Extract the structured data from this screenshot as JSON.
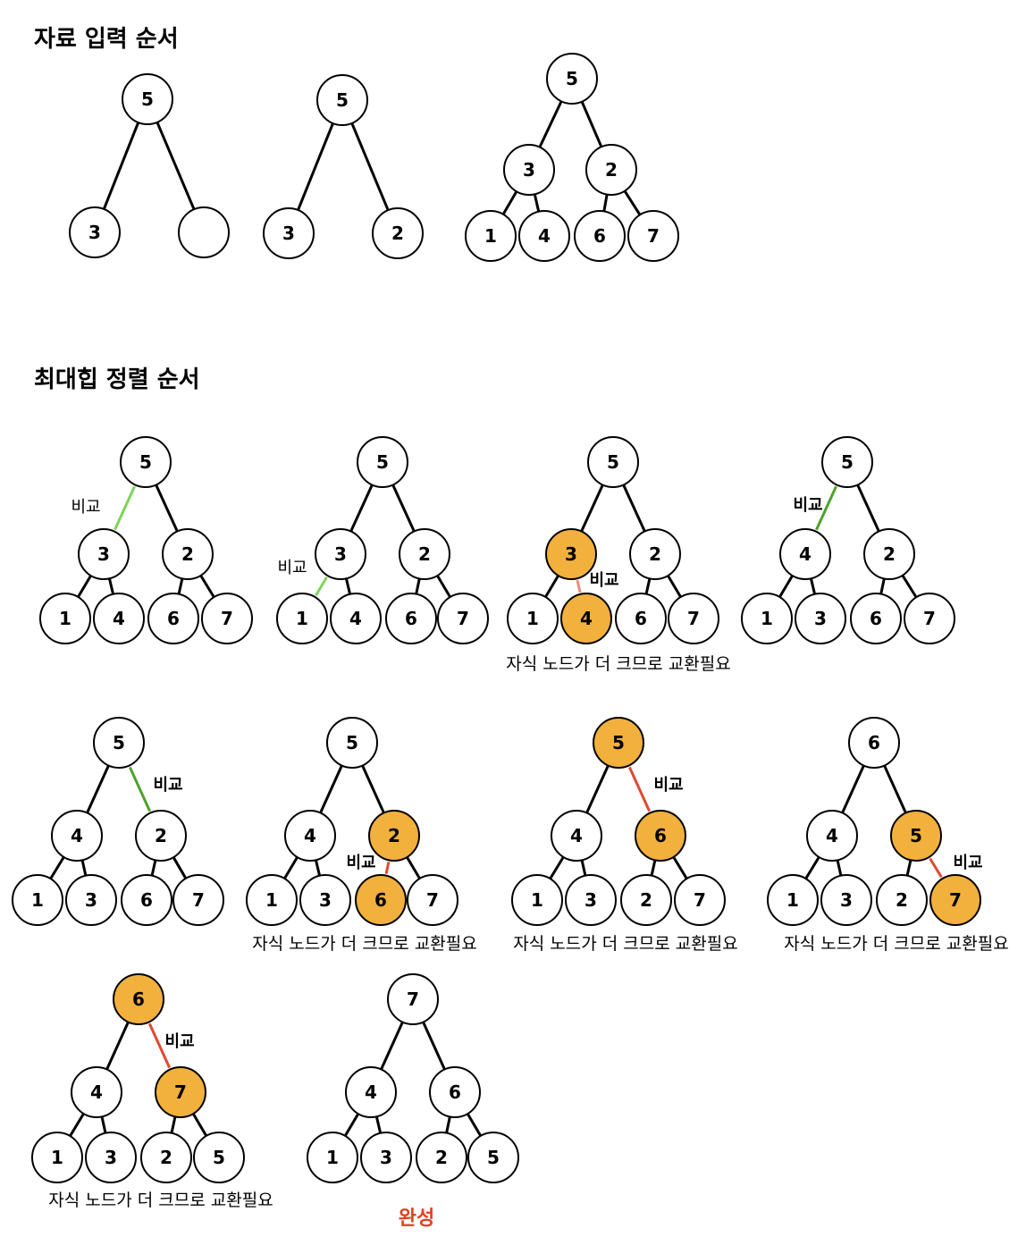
{
  "headings": {
    "input_order": "자료 입력 순서",
    "heap_order": "최대힙 정렬 순서"
  },
  "colors": {
    "highlight_fill": "#F2B03D",
    "compare_green": "#7DD35B",
    "compare_dark_green": "#4DA32B",
    "swap_red": "#E04A2F",
    "swap_light_red": "#F08A7A",
    "done_red": "#E0401F"
  },
  "input_steps": [
    {
      "nodes": [
        "5",
        "3",
        ""
      ]
    },
    {
      "nodes": [
        "5",
        "3",
        "2"
      ]
    },
    {
      "nodes": [
        "5",
        "3",
        "2",
        "1",
        "4",
        "6",
        "7"
      ]
    }
  ],
  "heap_steps": [
    {
      "nodes": [
        "5",
        "3",
        "2",
        "1",
        "4",
        "6",
        "7"
      ],
      "highlight": [],
      "compare_edge": [
        0,
        1
      ],
      "compare_color": "compare_green",
      "compare_label": "비교",
      "caption": ""
    },
    {
      "nodes": [
        "5",
        "3",
        "2",
        "1",
        "4",
        "6",
        "7"
      ],
      "highlight": [],
      "compare_edge": [
        1,
        3
      ],
      "compare_color": "compare_green",
      "compare_label": "비교",
      "caption": ""
    },
    {
      "nodes": [
        "5",
        "3",
        "2",
        "1",
        "4",
        "6",
        "7"
      ],
      "highlight": [
        1,
        4
      ],
      "compare_edge": [
        1,
        4
      ],
      "compare_color": "swap_light_red",
      "compare_label": "비교",
      "caption": "자식 노드가 더 크므로 교환필요"
    },
    {
      "nodes": [
        "5",
        "4",
        "2",
        "1",
        "3",
        "6",
        "7"
      ],
      "highlight": [],
      "compare_edge": [
        0,
        1
      ],
      "compare_color": "compare_dark_green",
      "compare_label": "비교",
      "caption": ""
    },
    {
      "nodes": [
        "5",
        "4",
        "2",
        "1",
        "3",
        "6",
        "7"
      ],
      "highlight": [],
      "compare_edge": [
        0,
        2
      ],
      "compare_color": "compare_dark_green",
      "compare_label": "비교",
      "caption": ""
    },
    {
      "nodes": [
        "5",
        "4",
        "2",
        "1",
        "3",
        "6",
        "7"
      ],
      "highlight": [
        2,
        5
      ],
      "compare_edge": [
        2,
        5
      ],
      "compare_color": "swap_red",
      "compare_label": "비교",
      "caption": "자식 노드가 더 크므로 교환필요"
    },
    {
      "nodes": [
        "5",
        "4",
        "6",
        "1",
        "3",
        "2",
        "7"
      ],
      "highlight": [
        0,
        2
      ],
      "compare_edge": [
        0,
        2
      ],
      "compare_color": "swap_red",
      "compare_label": "비교",
      "caption": "자식 노드가 더 크므로 교환필요"
    },
    {
      "nodes": [
        "6",
        "4",
        "5",
        "1",
        "3",
        "2",
        "7"
      ],
      "highlight": [
        2,
        6
      ],
      "compare_edge": [
        2,
        6
      ],
      "compare_color": "swap_red",
      "compare_label": "비교",
      "caption": "자식 노드가 더 크므로 교환필요"
    },
    {
      "nodes": [
        "6",
        "4",
        "7",
        "1",
        "3",
        "2",
        "5"
      ],
      "highlight": [
        0,
        2
      ],
      "compare_edge": [
        0,
        2
      ],
      "compare_color": "swap_red",
      "compare_label": "비교",
      "caption": "자식 노드가 더 크므로 교환필요"
    },
    {
      "nodes": [
        "7",
        "4",
        "6",
        "1",
        "3",
        "2",
        "5"
      ],
      "highlight": [],
      "compare_edge": null,
      "compare_color": null,
      "compare_label": "",
      "caption": ""
    }
  ],
  "final_label": "완성"
}
